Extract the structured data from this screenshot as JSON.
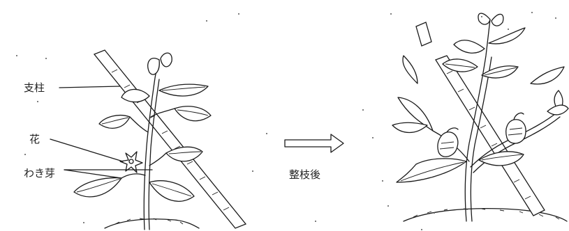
{
  "labels": {
    "stake": "支柱",
    "flower": "花",
    "side_shoot": "わき芽",
    "after_pruning": "整枝後"
  }
}
